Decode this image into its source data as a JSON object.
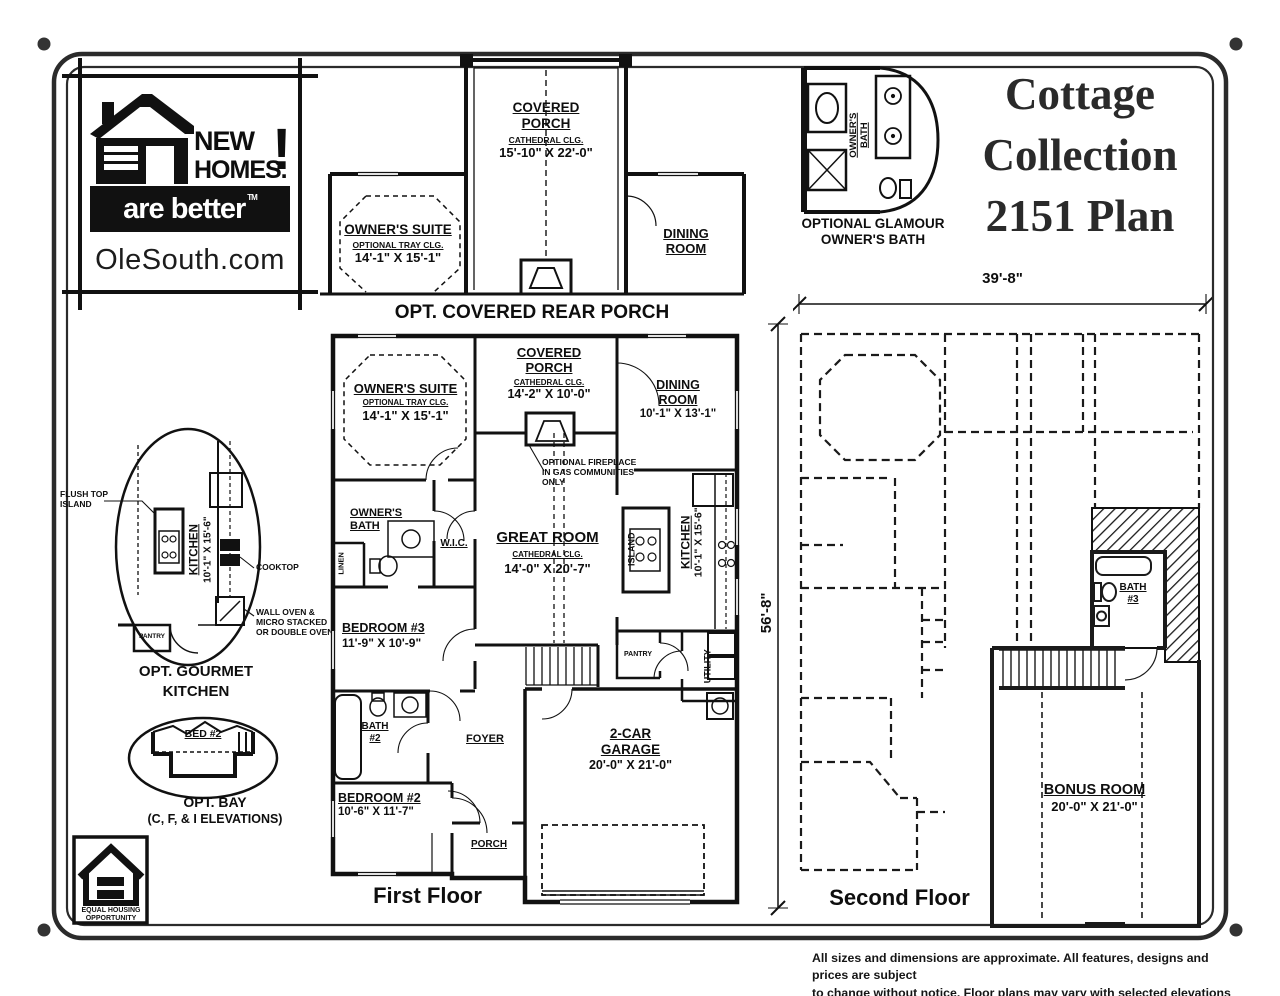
{
  "logo": {
    "name_top": "NEW",
    "name_bottom": "HOMES.",
    "exclamation": "!",
    "tagline": "are better",
    "trademark": "TM",
    "website": "OleSouth.com"
  },
  "title": {
    "line1": "Cottage",
    "line2": "Collection",
    "line3": "2151 Plan"
  },
  "glamour_bath_detail": {
    "room_line1": "OWNER'S",
    "room_line2": "BATH",
    "caption_line1": "OPTIONAL GLAMOUR",
    "caption_line2": "OWNER'S BATH"
  },
  "rear_porch_detail": {
    "caption": "OPT. COVERED REAR PORCH",
    "covered_porch": {
      "name_line1": "COVERED",
      "name_line2": "PORCH",
      "ceiling": "CATHEDRAL CLG.",
      "dims": "15'-10\" X 22'-0\""
    },
    "owners_suite": {
      "name": "OWNER'S SUITE",
      "ceiling": "OPTIONAL TRAY CLG.",
      "dims": "14'-1\" X 15'-1\""
    },
    "dining_room": {
      "name_line1": "DINING",
      "name_line2": "ROOM"
    }
  },
  "gourmet_kitchen_detail": {
    "caption_line1": "OPT. GOURMET",
    "caption_line2": "KITCHEN",
    "flush_island_line1": "FLUSH TOP",
    "flush_island_line2": "ISLAND",
    "cooktop": "COOKTOP",
    "wall_oven_line1": "WALL OVEN &",
    "wall_oven_line2": "MICRO STACKED",
    "wall_oven_line3": "OR DOUBLE OVEN",
    "kitchen_name": "KITCHEN",
    "kitchen_dims": "10'-1\" X 15'-6\"",
    "pantry": "PANTRY"
  },
  "bay_detail": {
    "room": "BED #2",
    "caption_line1": "OPT. BAY",
    "caption_line2": "(C, F, & I ELEVATIONS)"
  },
  "first_floor": {
    "caption": "First Floor",
    "owners_suite": {
      "name": "OWNER'S SUITE",
      "ceiling": "OPTIONAL TRAY CLG.",
      "dims": "14'-1\" X 15'-1\""
    },
    "covered_porch": {
      "name_line1": "COVERED",
      "name_line2": "PORCH",
      "ceiling": "CATHEDRAL CLG.",
      "dims": "14'-2\" X 10'-0\""
    },
    "dining_room": {
      "name_line1": "DINING",
      "name_line2": "ROOM",
      "dims": "10'-1\" X 13'-1\""
    },
    "fireplace_note_line1": "OPTIONAL FIREPLACE",
    "fireplace_note_line2": "IN GAS COMMUNITIES",
    "fireplace_note_line3": "ONLY",
    "owners_bath_line1": "OWNER'S",
    "owners_bath_line2": "BATH",
    "wic": "W.I.C.",
    "linen": "LINEN",
    "great_room": {
      "name": "GREAT ROOM",
      "ceiling": "CATHEDRAL CLG.",
      "dims": "14'-0\" X 20'-7\""
    },
    "island": "ISLAND",
    "kitchen": {
      "name": "KITCHEN",
      "dims": "10'-1\" X 15'-6\""
    },
    "pantry": "PANTRY",
    "utility": "UTILITY",
    "bedroom3": {
      "name": "BEDROOM #3",
      "dims": "11'-9\" X 10'-9\""
    },
    "bath2_line1": "BATH",
    "bath2_line2": "#2",
    "foyer": "FOYER",
    "bedroom2": {
      "name": "BEDROOM #2",
      "dims": "10'-6\" X 11'-7\""
    },
    "porch": "PORCH",
    "garage": {
      "name_line1": "2-CAR",
      "name_line2": "GARAGE",
      "dims": "20'-0\" X 21'-0\""
    }
  },
  "second_floor": {
    "caption": "Second Floor",
    "bonus_room": {
      "name": "BONUS ROOM",
      "dims": "20'-0\" X 21'-0\""
    },
    "bath3_line1": "BATH",
    "bath3_line2": "#3"
  },
  "dimensions": {
    "overall_width": "39'-8\"",
    "overall_depth": "56'-8\""
  },
  "equal_housing": {
    "line1": "EQUAL HOUSING",
    "line2": "OPPORTUNITY"
  },
  "disclaimer": {
    "line1": "All sizes and dimensions are approximate. All features, designs and prices are subject",
    "line2": "to change without notice.  Floor plans may vary with selected elevations"
  }
}
